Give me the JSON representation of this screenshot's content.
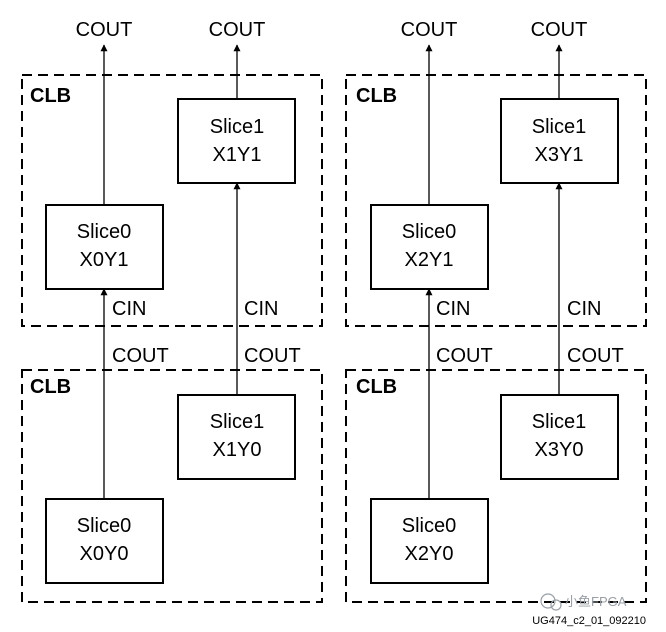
{
  "clbs": [
    {
      "label": "CLB",
      "slices": [
        {
          "name": "Slice0",
          "loc": "X0Y1"
        },
        {
          "name": "Slice1",
          "loc": "X1Y1"
        }
      ],
      "cin_labels": [
        "CIN",
        "CIN"
      ]
    },
    {
      "label": "CLB",
      "slices": [
        {
          "name": "Slice0",
          "loc": "X2Y1"
        },
        {
          "name": "Slice1",
          "loc": "X3Y1"
        }
      ],
      "cin_labels": [
        "CIN",
        "CIN"
      ]
    },
    {
      "label": "CLB",
      "slices": [
        {
          "name": "Slice0",
          "loc": "X0Y0"
        },
        {
          "name": "Slice1",
          "loc": "X1Y0"
        }
      ]
    },
    {
      "label": "CLB",
      "slices": [
        {
          "name": "Slice0",
          "loc": "X2Y0"
        },
        {
          "name": "Slice1",
          "loc": "X3Y0"
        }
      ]
    }
  ],
  "top_cout_labels": [
    "COUT",
    "COUT",
    "COUT",
    "COUT"
  ],
  "mid_cout_labels": [
    "COUT",
    "COUT",
    "COUT",
    "COUT"
  ],
  "footnote": "UG474_c2_01_092210",
  "watermark": "小鱼FPGA"
}
